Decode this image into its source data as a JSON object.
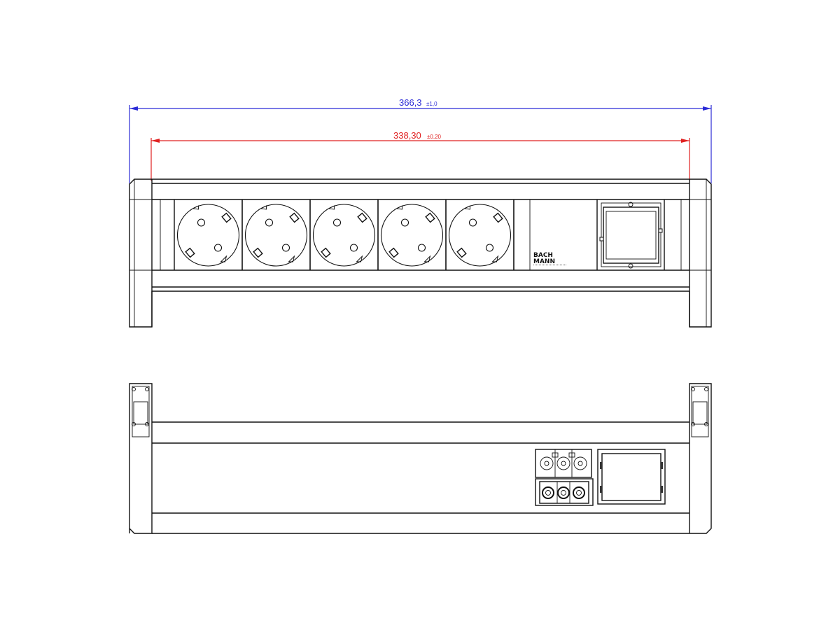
{
  "dimensions": {
    "overall": {
      "value": "366,3",
      "tolerance": "±1,0",
      "color": "#2b2bd6"
    },
    "inner": {
      "value": "338,30",
      "tolerance": "±0,20",
      "color": "#e02020"
    }
  },
  "front_view": {
    "socket_count": 5,
    "socket_type": "schuko-socket",
    "brand_module": {
      "line1": "BACH",
      "line2": "MANN"
    },
    "data_module": "keystone-frame"
  },
  "rear_view": {
    "power_connectors": [
      "input-connector",
      "output-connector"
    ],
    "module": "blank-frame"
  }
}
